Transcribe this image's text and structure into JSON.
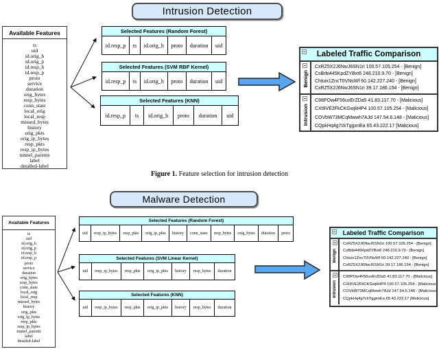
{
  "colors": {
    "header_bg": "#ccffff",
    "banner_bg": "#d6e8fa",
    "arrow_fill": "#58a6f0"
  },
  "intrusion": {
    "banner": "Intrusion Detection",
    "available": {
      "title": "Available Features",
      "items": [
        "ts",
        "uid",
        "id.orig_h",
        "id.orig_p",
        "id.resp_h",
        "id.resp_p",
        "proto",
        "service",
        "duration",
        "orig_bytes",
        "resp_bytes",
        "conn_state",
        "local_orig",
        "local_resp",
        "missed_bytes",
        "history",
        "orig_pkts",
        "orig_ip_bytes",
        "resp_pkts",
        "resp_ip_bytes",
        "tunnel_parents",
        "label",
        "detailed-label"
      ]
    },
    "tables": [
      {
        "title": "Selected Features (Random Forest)",
        "cells": [
          "id.resp_p",
          "ts",
          "id.orig_h",
          "proto",
          "duration",
          "uid"
        ]
      },
      {
        "title": "Selected Features (SVM RBF Kernel)",
        "cells": [
          "id.resp_p",
          "ts",
          "id.orig_h",
          "proto",
          "duration",
          "uid"
        ]
      },
      {
        "title": "Selected Features (KNN)",
        "cells": [
          "id.resp_p",
          "ts",
          "id.orig_h",
          "proto",
          "duration",
          "uid"
        ]
      }
    ],
    "comparison": {
      "title": "Labeled Traffic Comparison",
      "groups": [
        {
          "label": "Benign",
          "rows": [
            "CxRZ5X2J6NwJ6SN1ri 100.57.105.254 -  [Benign]",
            "CsBrbi445KpdZYBxt6 248.210.9.70 -  [Benign]",
            "Chtuix1ZncT0VNsWf 60.142.227.240 -  [Benign]",
            "CxRZ5X2J6NwJ6SN1ri 39.17.186.154 -  [Benign]"
          ]
        },
        {
          "label": "Intrusion",
          "rows": [
            "C98POw4F56uvErZDa5 41.83.117.70 -  [Malicious]",
            "CXt9VE2FkCKGwjkHP4 100.57.105.254 -  [Malicious]",
            "COVbW73MCqMwwh7AJd 147.54.6.148 -  [Malicious]",
            "CQpkHq4g7ckTggxnEa 65.43.222.17 [Malicious]"
          ]
        }
      ]
    }
  },
  "caption": {
    "label": "Figure 1.",
    "text": " Feature selection for intrusion detection"
  },
  "malware": {
    "banner": "Malware Detection",
    "available": {
      "title": "Available Features",
      "items": [
        "ts",
        "uid",
        "id.orig_h",
        "id.orig_p",
        "id.resp_h",
        "id.resp_p",
        "proto",
        "service",
        "duration",
        "orig_bytes",
        "resp_bytes",
        "conn_state",
        "local_orig",
        "local_resp",
        "missed_bytes",
        "history",
        "orig_pkts",
        "orig_ip_bytes",
        "resp_pkts",
        "resp_ip_bytes",
        "tunnel_parents",
        "label",
        "detailed-label"
      ]
    },
    "tables": [
      {
        "title": "Selected Features (Random Forest)",
        "cells": [
          "uid",
          "resp_ip_bytes",
          "resp_pkts",
          "orig_ip_pkts",
          "history",
          "conn_state",
          "resp_bytes",
          "orig_bytes",
          "duration",
          "proto"
        ]
      },
      {
        "title": "Selected Features (SVM Linear Kernel)",
        "cells": [
          "uid",
          "resp_ip_bytes",
          "resp_pkts",
          "orig_ip_pkts",
          "history",
          "resp_bytes",
          "duration"
        ]
      },
      {
        "title": "Selected Features (KNN)",
        "cells": [
          "uid",
          "resp_ip_bytes",
          "resp_pkts",
          "orig_ip_pkts",
          "history",
          "resp_bytes",
          "duration"
        ]
      }
    ],
    "comparison": {
      "title": "Labeled Traffic Comparison",
      "groups": [
        {
          "label": "Benign",
          "rows": [
            "CxRZ5X2J6NwJ6SN1ri 100.57.105.254 -  [Benign]",
            "CsBrbi445KpdZYBxt6 248.210.9.70 -  [Benign]",
            "Chtuix1ZncT0VNsWf 60.142.227.240 -  [Benign]",
            "CxRZ5X2J6NwJ6SN1ri 39.17.186.154 -  [Benign]"
          ]
        },
        {
          "label": "Intrusion",
          "rows": [
            "C98POw4F56uvErZDa5 41.83.117.70 -  [Malicious]",
            "CXt9VE2FkCKGwjkHP4 100.57.105.254 -  [Malicious]",
            "COVbW73MCqMwwh7AJd 147.54.6.148 -  [Malicious]",
            "CQpkHq4g7ckTggxnEa 65.43.222.17 [Malicious]"
          ]
        }
      ]
    }
  }
}
